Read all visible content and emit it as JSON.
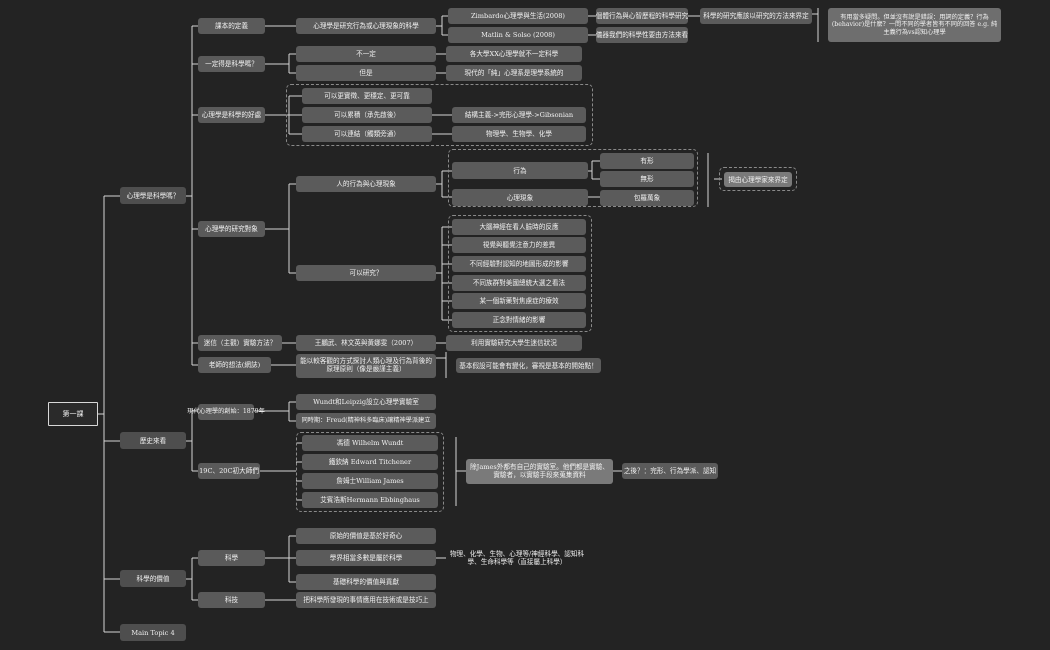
{
  "root": "第一課",
  "l1": {
    "psych": "心理學是科學嗎？",
    "history": "歷史來看",
    "value": "科學的價值",
    "topic4": "Main Topic 4"
  },
  "psych": {
    "def": "課本的定義",
    "must": "一定得是科學嗎？",
    "good": "心理學是科學的好處",
    "object": "心理學的研究對象",
    "method": "迷信（主觀）實驗方法？",
    "teacher": "老師的想法(網誌)"
  },
  "def": {
    "main": "心理學是研究行為或心理現象的科學",
    "zim": "Zimbardo心理學與生活(2008)",
    "zim_note": "個體行為與心智歷程的科學研究",
    "zim_note2": "科學的研究應該以研究的方法來界定",
    "matlin": "Matlin & Solso (2008)",
    "matlin_note": "儀器我們的科學性要由方法來看",
    "comment": "有用當多疑問。但並沒有說是錯誤：用詞的定義？行為(behavior)是什麼？一問不同的學者皆有不同的回答 e.g. 純主義行為vs認知心理學"
  },
  "must": {
    "no": "不一定",
    "no_note": "各大學XX心理學就不一定科學",
    "but": "但是",
    "but_note": "現代的「純」心理系是理學系統的"
  },
  "good": {
    "a": "可以更實徵、更穩定、更可靠",
    "b": "可以累積（承先啟後）",
    "b_note": "結構主義->完形心理學->Gibsonian",
    "c": "可以連結（觸類旁通）",
    "c_note": "物理學、生物學、化學"
  },
  "object": {
    "behavior": "人的行為與心理現象",
    "act": "行為",
    "visible": "有形",
    "invisible": "無形",
    "mental": "心理現象",
    "all": "包羅萬象",
    "decide": "揭由心理學家來界定",
    "research": "可以研究？",
    "r1": "大腦神經在看人臉時的反應",
    "r2": "視覺與聽覺注意力的差異",
    "r3": "不同經驗對認知的地圖形成的影響",
    "r4": "不同族群對美國總統大選之看法",
    "r5": "某一個新藥對焦慮症的療效",
    "r6": "正念對情緒的影響"
  },
  "method": {
    "main": "王鵬武、林文英與黃娜雯（2007）",
    "note": "利用實驗研究大學生迷信狀況"
  },
  "teacher": {
    "main": "能以較客觀的方式探討人類心理及行為背後的原理原則（像是嚴謹主義）",
    "note": "基本假設可能會有變化，審視是基本的開始點！"
  },
  "history": {
    "modern": "現代心理學的創始：1879年",
    "wundt_lab": "Wundt和Leipzig設立心理學實驗室",
    "freud": "同時期：Freud(精神科多臨床)讓精神學派建立",
    "masters": "19C、20C初大師們",
    "m1": "馮德 Wilhelm Wundt",
    "m2": "鐵欽納 Edward Titchener",
    "m3": "詹姆士William James",
    "m4": "艾賓浩斯Hermann Ebbinghaus",
    "masters_note": "除James外都有自己的實驗室。他們都是實驗、實驗者，以實驗手段來蒐集資料",
    "after": "之後？：完形、行為學派、認知"
  },
  "value": {
    "science": "科學",
    "tech": "科技",
    "s1": "原始的價值是基於好奇心",
    "s2": "學界相當多數是屬於科學",
    "s2_note": "物理、化學、生物、心理等/神經科學、認知科學、生命科學等（直接屬上科學）",
    "s3": "基礎科學的價值與貢獻",
    "t1": "把科學所發現的事情應用在技術或是技巧上"
  }
}
